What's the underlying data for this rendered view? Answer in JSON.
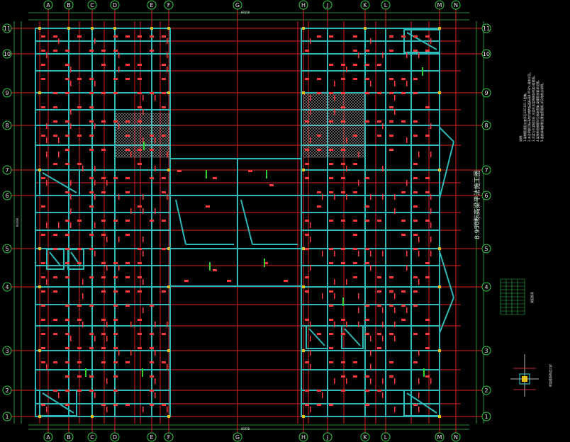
{
  "drawing": {
    "title": "8.950标高梁平法施工图",
    "notes_heading": "说明:",
    "notes": [
      "1.梁钢筋锚固长度详见16G101-1图集。",
      "2.未注明梁顶标高均为结构板面标高8.950m,具体详见。",
      "3.次梁与主梁相交处,主梁在次梁两侧各附加3组箍筋。",
      "4.梁侧构造钢筋详见标准图集,梁腰筋按要求设置。",
      "5.悬挑梁端部需设置加密箍筋,详见结构总说明。"
    ],
    "detail_caption": "附加箍筋构造大样",
    "table_caption": "梁配筋表"
  },
  "grid": {
    "rows": [
      "11",
      "10",
      "9",
      "8",
      "7",
      "6",
      "5",
      "4",
      "3",
      "2",
      "1"
    ],
    "cols_top": [
      "A",
      "B",
      "C",
      "D",
      "E",
      "F",
      "G",
      "H",
      "J",
      "K",
      "L",
      "M",
      "N"
    ],
    "cols_bottom": [
      "A",
      "B",
      "C",
      "D",
      "E",
      "F",
      "G",
      "H",
      "J",
      "K",
      "L",
      "M",
      "N"
    ],
    "overall_width": "69250",
    "overall_height": "60200"
  },
  "colors": {
    "background": "#000000",
    "axis": "#e02020",
    "beam": "#2fb8b8",
    "dimension": "#2fb84a",
    "label": "#ff4a4a",
    "hatch": "#bbbbbb"
  }
}
